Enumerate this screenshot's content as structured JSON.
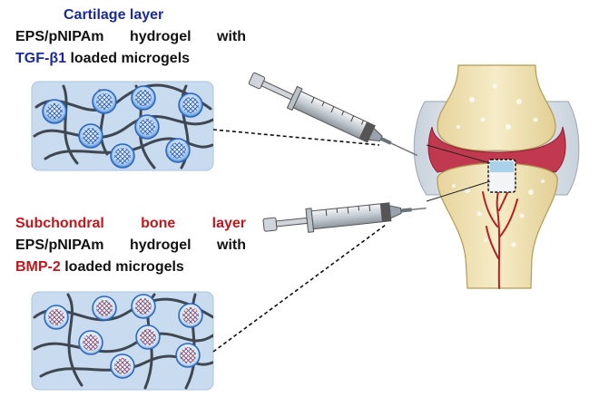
{
  "colors": {
    "cartilage_title": "#1a2a9c",
    "bone_title": "#c0161c",
    "body_text": "#111111",
    "panel_fill": "#c9dcef",
    "cartilage_tissue": "#c0394e",
    "bone_fill": "#f1e4b3",
    "vessel": "#b42020",
    "microgel_blue": "#3a7fd0",
    "microgel_red": "#d23a3a"
  },
  "cartilage": {
    "title": "Cartilage layer",
    "line2_words": [
      "EPS/pNIPAm",
      "hydrogel",
      "with"
    ],
    "factor": "TGF-β1",
    "line3_rest": "loaded microgels"
  },
  "bone": {
    "title_words": [
      "Subchondral",
      "bone",
      "layer"
    ],
    "line2_words": [
      "EPS/pNIPAm",
      "hydrogel",
      "with"
    ],
    "factor": "BMP-2",
    "line3_rest": "loaded microgels"
  },
  "icons": {
    "syringe_top": "syringe-icon",
    "syringe_bottom": "syringe-icon",
    "joint": "knee-joint-illustration"
  }
}
